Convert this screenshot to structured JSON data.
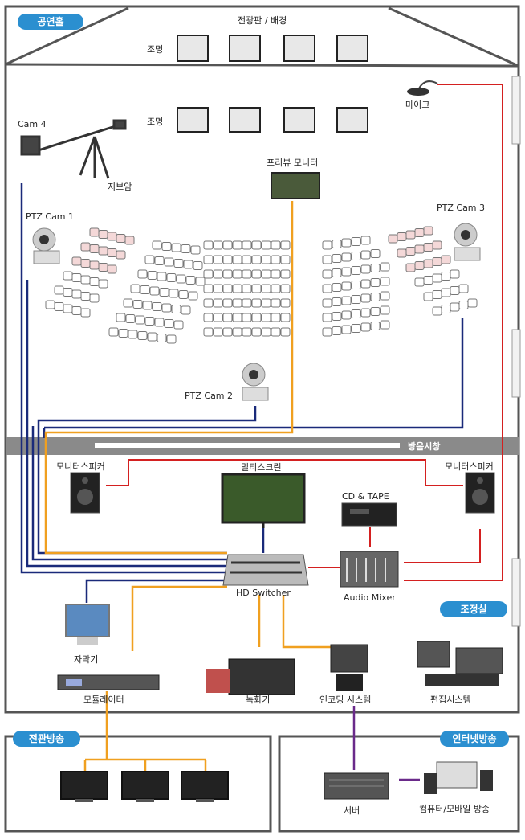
{
  "sections": {
    "hall": "공연홀",
    "control_room": "조정실",
    "house_broadcast": "전관방송",
    "internet_broadcast": "인터넷방송"
  },
  "colors": {
    "badge": "#2b8fd0",
    "room_border": "#555555",
    "cable_video": "#1a2a7a",
    "cable_output": "#f0a020",
    "cable_audio": "#d42020",
    "cable_network": "#6a2a8a",
    "window_band": "#888888"
  },
  "labels": {
    "screen_bg": "전광판 / 배경",
    "light_1": "조명",
    "light_2": "조명",
    "mic": "마이크",
    "cam4": "Cam 4",
    "jib": "지브암",
    "preview": "프리뷰 모니터",
    "ptz1": "PTZ Cam 1",
    "ptz2": "PTZ Cam 2",
    "ptz3": "PTZ Cam 3",
    "window": "방음시창",
    "spk_left": "모니터스피커",
    "spk_right": "모니터스피커",
    "multiscreen": "멀티스크린",
    "cd_tape": "CD & TAPE",
    "switcher": "HD Switcher",
    "mixer": "Audio Mixer",
    "caption": "자막기",
    "modulator": "모듈레이터",
    "recorder": "녹화기",
    "encoder": "인코딩 시스템",
    "editor": "편집시스템",
    "server": "서버",
    "pc_mobile": "컴퓨터/모바일 방송"
  }
}
